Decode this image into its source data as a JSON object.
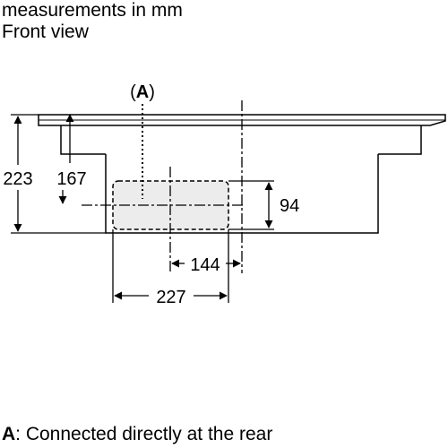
{
  "header": {
    "units": "measurements in mm",
    "view": "Front view"
  },
  "callout": {
    "label_open": "(",
    "label_letter": "A",
    "label_close": ")"
  },
  "dimensions": {
    "overall_height": "223",
    "connection_height": "167",
    "box_height": "94",
    "offset_width": "144",
    "box_width": "227"
  },
  "caption": {
    "key": "A",
    "text": ": Connected directly at the rear"
  }
}
